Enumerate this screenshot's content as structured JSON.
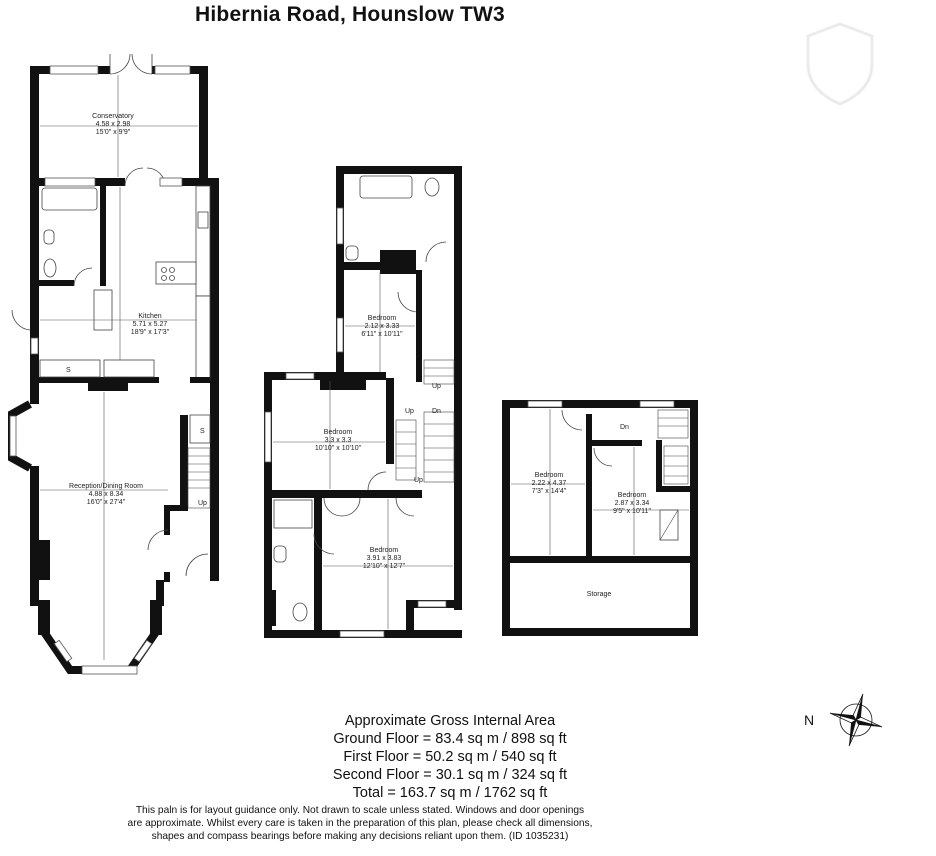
{
  "title": "Hibernia Road, Hounslow TW3",
  "rooms": {
    "conservatory": {
      "name": "Conservatory",
      "metric": "4.58 x 2.98",
      "imperial": "15'0\" x 9'9\""
    },
    "kitchen": {
      "name": "Kitchen",
      "metric": "5.71 x 5.27",
      "imperial": "18'9\" x 17'3\""
    },
    "reception": {
      "name": "Reception/Dining Room",
      "metric": "4.88 x 8.34",
      "imperial": "16'0\" x 27'4\""
    },
    "ff_bedroom_small": {
      "name": "Bedroom",
      "metric": "2.12 x 3.33",
      "imperial": "6'11\" x 10'11\""
    },
    "ff_bedroom_mid": {
      "name": "Bedroom",
      "metric": "3.3 x 3.3",
      "imperial": "10'10\" x 10'10\""
    },
    "ff_bedroom_large": {
      "name": "Bedroom",
      "metric": "3.91 x 3.83",
      "imperial": "12'10\" x 12'7\""
    },
    "sf_bedroom_left": {
      "name": "Bedroom",
      "metric": "2.22 x 4.37",
      "imperial": "7'3\" x 14'4\""
    },
    "sf_bedroom_right": {
      "name": "Bedroom",
      "metric": "2.87 x 3.34",
      "imperial": "9'5\" x 10'11\""
    },
    "storage": {
      "name": "Storage"
    }
  },
  "labels": {
    "s": "S",
    "up": "Up",
    "dn": "Dn"
  },
  "area": {
    "heading": "Approximate Gross Internal Area",
    "ground": "Ground Floor = 83.4 sq m / 898 sq ft",
    "first": "First Floor = 50.2 sq m / 540 sq ft",
    "second": "Second Floor = 30.1 sq m / 324 sq ft",
    "total": "Total = 163.7 sq m / 1762 sq ft"
  },
  "disclaimer": {
    "line1": "This paln is for layout guidance only. Not drawn to scale unless stated. Windows and door openings",
    "line2": "are approximate. Whilst every care is taken in the preparation of this plan, please check all dimensions,",
    "line3": "shapes and compass bearings before making any decisions reliant upon them. (ID 1035231)"
  },
  "compass": {
    "label": "N",
    "icon": "compass-rose-icon"
  }
}
